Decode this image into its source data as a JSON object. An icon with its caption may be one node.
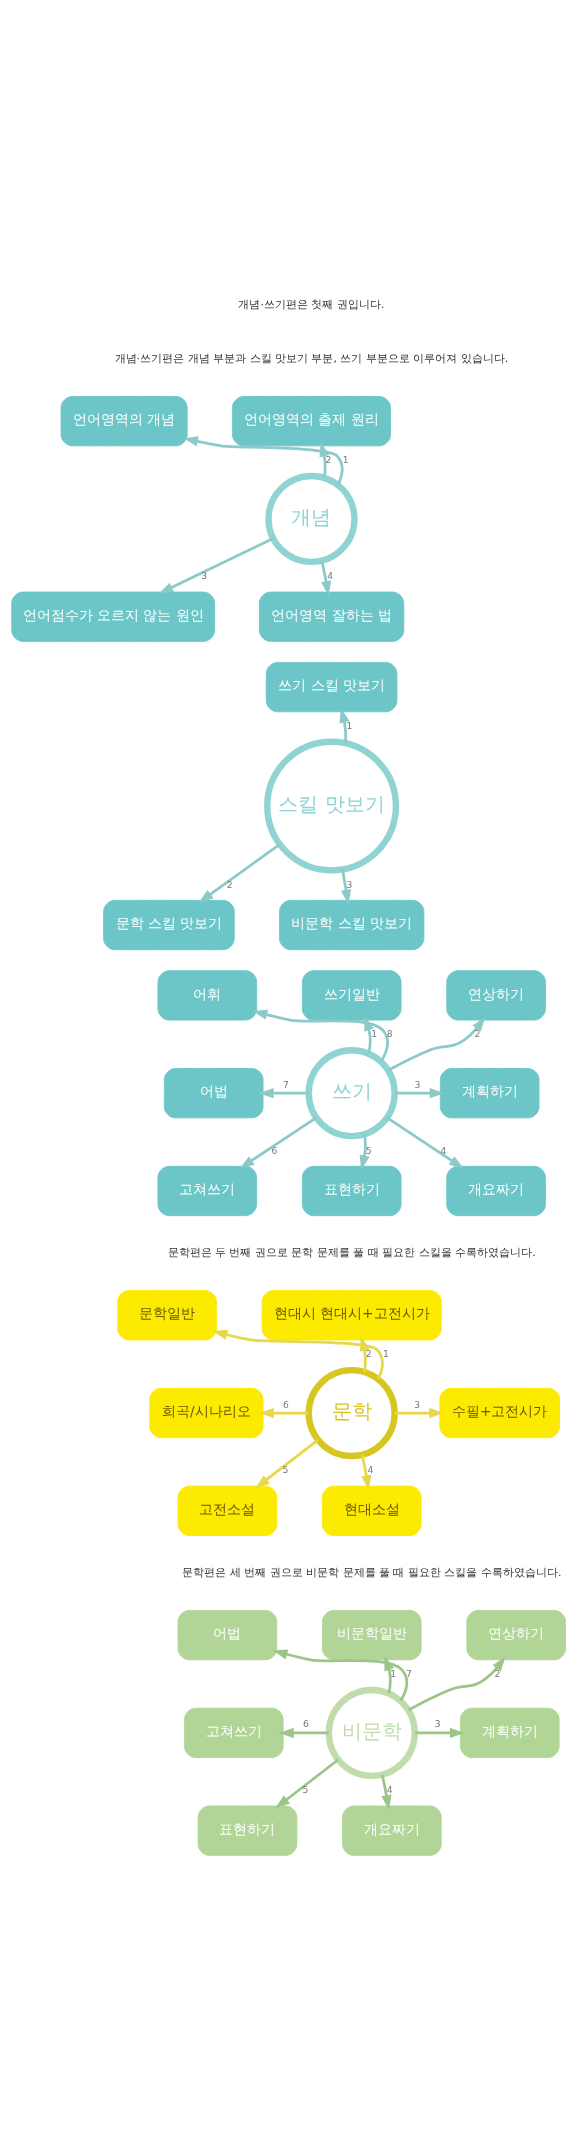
{
  "diagram": {
    "nodes": [
      {
        "text": [
          "개념"
        ]
      },
      {
        "text": [
          "언어영역의 개념"
        ]
      },
      {
        "text": [
          "언어영역의 출제 원리"
        ]
      },
      {
        "text": [
          "언어점수가 오르지 않는 원인"
        ]
      },
      {
        "text": [
          "언어영역 잘하는 법"
        ]
      },
      {
        "text": [
          "스킬 맛보기"
        ]
      },
      {
        "text": [
          "쓰기 스킬 맛보기"
        ]
      },
      {
        "text": [
          "문학 스킬 맛보기"
        ]
      },
      {
        "text": [
          "비문학 스킬 맛보기"
        ]
      },
      {
        "text": [
          "쓰기"
        ]
      },
      {
        "text": [
          "쓰기일반"
        ]
      },
      {
        "text": [
          "연상하기"
        ]
      },
      {
        "text": [
          "계획하기"
        ]
      },
      {
        "text": [
          "개요짜기"
        ]
      },
      {
        "text": [
          "표현하기"
        ]
      },
      {
        "text": [
          "고쳐쓰기"
        ]
      },
      {
        "text": [
          "어법"
        ]
      },
      {
        "text": [
          "어휘"
        ]
      },
      {
        "text": [
          "문학"
        ]
      },
      {
        "text": [
          "문학일반"
        ]
      },
      {
        "text": [
          "현대시 현대시+고전시가"
        ]
      },
      {
        "text": [
          "수필+고전시가"
        ]
      },
      {
        "text": [
          "현대소설"
        ]
      },
      {
        "text": [
          "고전소설"
        ]
      },
      {
        "text": [
          "희곡/시나리오"
        ]
      },
      {
        "text": [
          "비문학"
        ]
      },
      {
        "text": [
          "비문학일반"
        ]
      },
      {
        "text": [
          "연상하기"
        ]
      },
      {
        "text": [
          "계획하기"
        ]
      },
      {
        "text": [
          "개요짜기"
        ]
      },
      {
        "text": [
          "표현하기"
        ]
      },
      {
        "text": [
          "고쳐쓰기"
        ]
      },
      {
        "text": [
          "어법"
        ]
      }
    ],
    "edges": [
      {
        "from": 0,
        "to": 1,
        "arrow": "to",
        "label": "1"
      },
      {
        "from": 0,
        "to": 2,
        "arrow": "to",
        "label": "2"
      },
      {
        "from": 0,
        "to": 3,
        "arrow": "to",
        "label": "3"
      },
      {
        "from": 0,
        "to": 4,
        "arrow": "to",
        "label": "4"
      },
      {
        "from": 5,
        "to": 6,
        "arrow": "to",
        "label": "1"
      },
      {
        "from": 5,
        "to": 7,
        "arrow": "to",
        "label": "2"
      },
      {
        "from": 5,
        "to": 8,
        "arrow": "to",
        "label": "3"
      },
      {
        "from": 9,
        "to": 10,
        "arrow": "to",
        "label": "1"
      },
      {
        "from": 9,
        "to": 11,
        "arrow": "to",
        "label": "2"
      },
      {
        "from": 9,
        "to": 12,
        "arrow": "to",
        "label": "3"
      },
      {
        "from": 9,
        "to": 13,
        "arrow": "to",
        "label": "4"
      },
      {
        "from": 9,
        "to": 14,
        "arrow": "to",
        "label": "5"
      },
      {
        "from": 9,
        "to": 15,
        "arrow": "to",
        "label": "6"
      },
      {
        "from": 9,
        "to": 16,
        "arrow": "to",
        "label": "7"
      },
      {
        "from": 9,
        "to": 17,
        "arrow": "to",
        "label": "8"
      },
      {
        "from": 18,
        "to": 19,
        "arrow": "to",
        "label": "1",
        "color": "#e6d84a"
      },
      {
        "from": 18,
        "to": 20,
        "arrow": "to",
        "label": "2",
        "color": "#e6d84a"
      },
      {
        "from": 18,
        "to": 21,
        "arrow": "to",
        "label": "3",
        "color": "#e6d84a"
      },
      {
        "from": 18,
        "to": 22,
        "arrow": "to",
        "label": "4",
        "color": "#e6d84a"
      },
      {
        "from": 18,
        "to": 23,
        "arrow": "to",
        "label": "5",
        "color": "#e6d84a"
      },
      {
        "from": 18,
        "to": 24,
        "arrow": "to",
        "label": "6",
        "color": "#e6d84a"
      },
      {
        "from": 25,
        "to": 26,
        "arrow": "to",
        "label": "1"
      },
      {
        "from": 25,
        "to": 27,
        "arrow": "to",
        "label": "2"
      },
      {
        "from": 25,
        "to": 28,
        "arrow": "to",
        "label": "3"
      },
      {
        "from": 25,
        "to": 29,
        "arrow": "to",
        "label": "4"
      },
      {
        "from": 25,
        "to": 30,
        "arrow": "to",
        "label": "5"
      },
      {
        "from": 25,
        "to": 31,
        "arrow": "to",
        "label": "6"
      },
      {
        "from": 25,
        "to": 32,
        "arrow": "to",
        "label": "7"
      }
    ],
    "labels": [
      "개념·쓰기편은 첫째 권입니다.",
      "개념·쓰기편은 개념 부분과 스킬 맛보기 부분, 쓰기 부분으로 이루어져 있습니다.",
      "문학편은 두 번째 권으로 문학 문제를 풀 때 필요한 스킬을 수록하였습니다.",
      "문학편은 세 번째 권으로 비문학 문제를 풀 때 필요한 스킬을 수록하였습니다."
    ]
  }
}
